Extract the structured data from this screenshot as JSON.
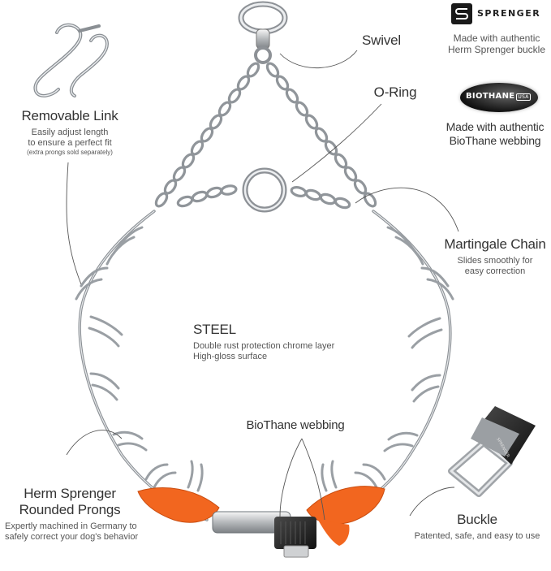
{
  "brand": {
    "sprenger": "SPRENGER",
    "biothane": "BIOTHANE",
    "biothane_usa": "USA"
  },
  "callouts": {
    "swivel": {
      "title": "Swivel"
    },
    "sprenger_buckle": {
      "line1": "Made with authentic",
      "line2": "Herm Sprenger buckle"
    },
    "oring": {
      "title": "O-Ring"
    },
    "biothane_webbing_made": {
      "line1": "Made with authentic",
      "line2": "BioThane webbing"
    },
    "martingale": {
      "title": "Martingale Chain",
      "line1": "Slides smoothly for",
      "line2": "easy correction"
    },
    "removable": {
      "title": "Removable Link",
      "line1": "Easily adjust length",
      "line2": "to ensure a perfect fit",
      "line3": "(extra prongs sold separately)"
    },
    "steel": {
      "title": "STEEL",
      "line1": "Double rust protection chrome layer",
      "line2": "High-gloss surface"
    },
    "biothane_webbing": {
      "title": "BioThane webbing"
    },
    "prongs": {
      "title1": "Herm Sprenger",
      "title2": "Rounded Prongs",
      "line1": "Expertly machined in Germany to",
      "line2": "safely correct your dog's behavior"
    },
    "buckle": {
      "title": "Buckle",
      "line1": "Patented, safe, and easy to use"
    }
  },
  "colors": {
    "chrome": "#b9bcc0",
    "chrome_dark": "#6e7378",
    "orange": "#f2661f",
    "leader": "#555555",
    "buckle_black": "#2a2a2a"
  }
}
